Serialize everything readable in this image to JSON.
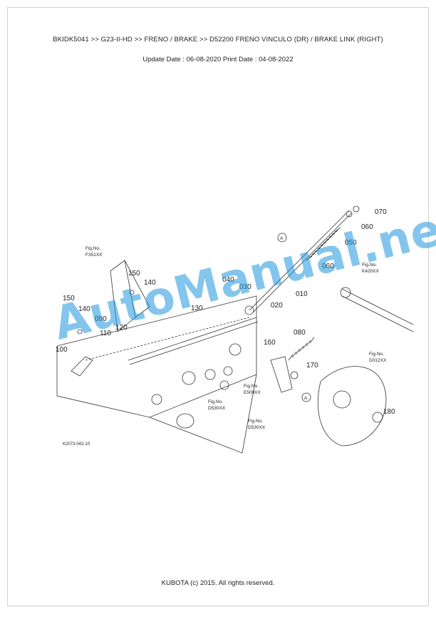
{
  "header": {
    "path": "BKIDK5041 >> G23-II-HD >> FRENO / BRAKE >> D52200   FRENO VINCULO (DR) / BRAKE LINK (RIGHT)",
    "dates": "Update Date : 06-08-2020   Print Date : 04-08-2022"
  },
  "diagram": {
    "parts": [
      "010",
      "020",
      "030",
      "040",
      "050",
      "060",
      "060",
      "070",
      "080",
      "090",
      "100",
      "110",
      "120",
      "130",
      "140",
      "140",
      "150",
      "150",
      "160",
      "170",
      "180"
    ],
    "fig_refs": [
      "Fig.No.",
      "F351XX",
      "K420XX",
      "D012XX",
      "E500XX",
      "D530XX",
      "D530XX"
    ],
    "callouts": [
      "A",
      "A"
    ],
    "drawing_code": "K2073-042-10"
  },
  "watermark": "AutoManual.net",
  "footer": {
    "copyright": "KUBOTA (c) 2015. All rights reserved."
  },
  "colors": {
    "watermark": "#1e96dc",
    "line": "#333333"
  }
}
